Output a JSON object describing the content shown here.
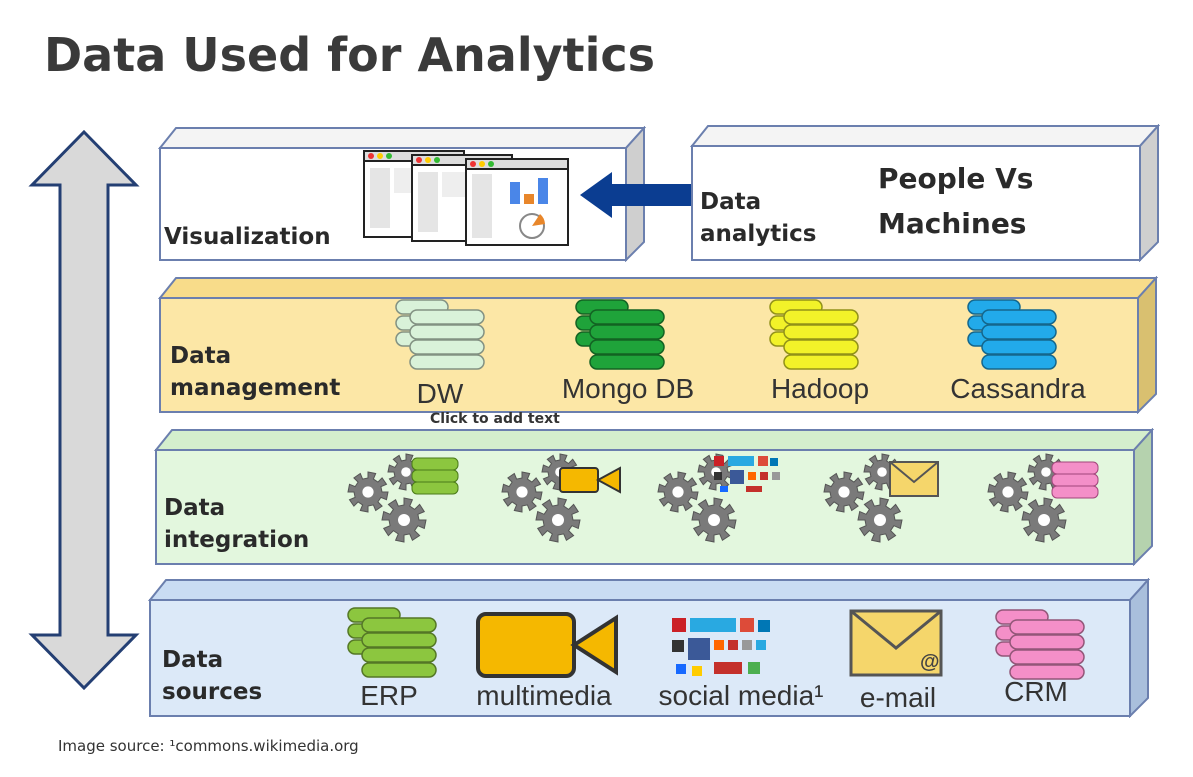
{
  "title": "Data Used for Analytics",
  "layers": {
    "visualization": {
      "label": "Visualization"
    },
    "analytics": {
      "label_line1": "Data",
      "label_line2": "analytics",
      "note_line1": "People Vs",
      "note_line2": "Machines"
    },
    "management": {
      "label_line1": "Data",
      "label_line2": "management",
      "items": [
        {
          "label": "DW",
          "icon": "database-icon",
          "color": "#d9f2d9"
        },
        {
          "label": "Mongo DB",
          "icon": "database-icon",
          "color": "#1fa33a"
        },
        {
          "label": "Hadoop",
          "icon": "database-icon",
          "color": "#f2f229"
        },
        {
          "label": "Cassandra",
          "icon": "database-icon",
          "color": "#22aaea"
        }
      ],
      "placeholder": "Click to add text"
    },
    "integration": {
      "label_line1": "Data",
      "label_line2": "integration",
      "items": [
        {
          "icon": "gears-database-icon"
        },
        {
          "icon": "gears-video-icon"
        },
        {
          "icon": "gears-social-icon"
        },
        {
          "icon": "gears-email-icon"
        },
        {
          "icon": "gears-crm-icon"
        }
      ]
    },
    "sources": {
      "label_line1": "Data",
      "label_line2": "sources",
      "items": [
        {
          "label": "ERP",
          "icon": "database-icon",
          "color": "#8cc63f"
        },
        {
          "label": "multimedia",
          "icon": "video-camera-icon",
          "color": "#f5b800"
        },
        {
          "label": "social media¹",
          "icon": "social-media-icon"
        },
        {
          "label": "e-mail",
          "icon": "envelope-icon",
          "color": "#f5d66b"
        },
        {
          "label": "CRM",
          "icon": "database-icon",
          "color": "#f48fc8"
        }
      ]
    }
  },
  "caption": "Image source: ¹commons.wikimedia.org",
  "colors": {
    "visualization_bg": "#ffffff",
    "management_bg": "#fce7a6",
    "integration_bg": "#e3f7de",
    "sources_bg": "#dce9f8",
    "arrow": "#0b3d91",
    "double_arrow_fill": "#d9d9d9",
    "double_arrow_stroke": "#243f73"
  }
}
